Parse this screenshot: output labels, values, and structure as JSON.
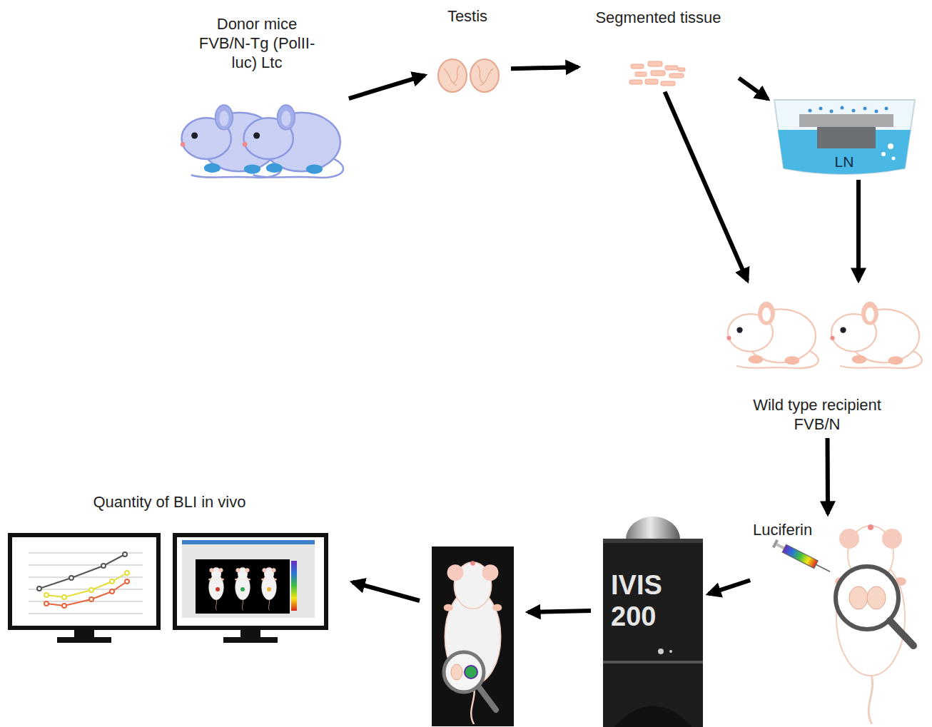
{
  "diagram": {
    "nodes": [
      {
        "text": [
          "Donor mice FVB/N-Tg (PolII-luc) Ltc"
        ]
      },
      {
        "text": [
          "Testis"
        ]
      },
      {
        "text": [
          "Segmented tissue"
        ]
      },
      {
        "text": [
          "LN"
        ]
      },
      {
        "text": [
          "Wild type recipient FVB/N"
        ]
      },
      {
        "text": [
          "Luciferin"
        ]
      },
      {
        "text": [
          "IVIS 200"
        ]
      },
      {
        "text": [
          "Quantity of BLI in vivo"
        ]
      }
    ],
    "edges": [
      {
        "from": 0,
        "to": 1,
        "arrow": "to"
      },
      {
        "from": 1,
        "to": 2,
        "arrow": "to"
      },
      {
        "from": 2,
        "to": 3,
        "arrow": "to"
      },
      {
        "from": 2,
        "to": 4,
        "arrow": "to"
      },
      {
        "from": 3,
        "to": 4,
        "arrow": "to"
      },
      {
        "from": 4,
        "to": 5,
        "arrow": "to"
      },
      {
        "from": 5,
        "to": 6,
        "arrow": "to"
      }
    ]
  }
}
